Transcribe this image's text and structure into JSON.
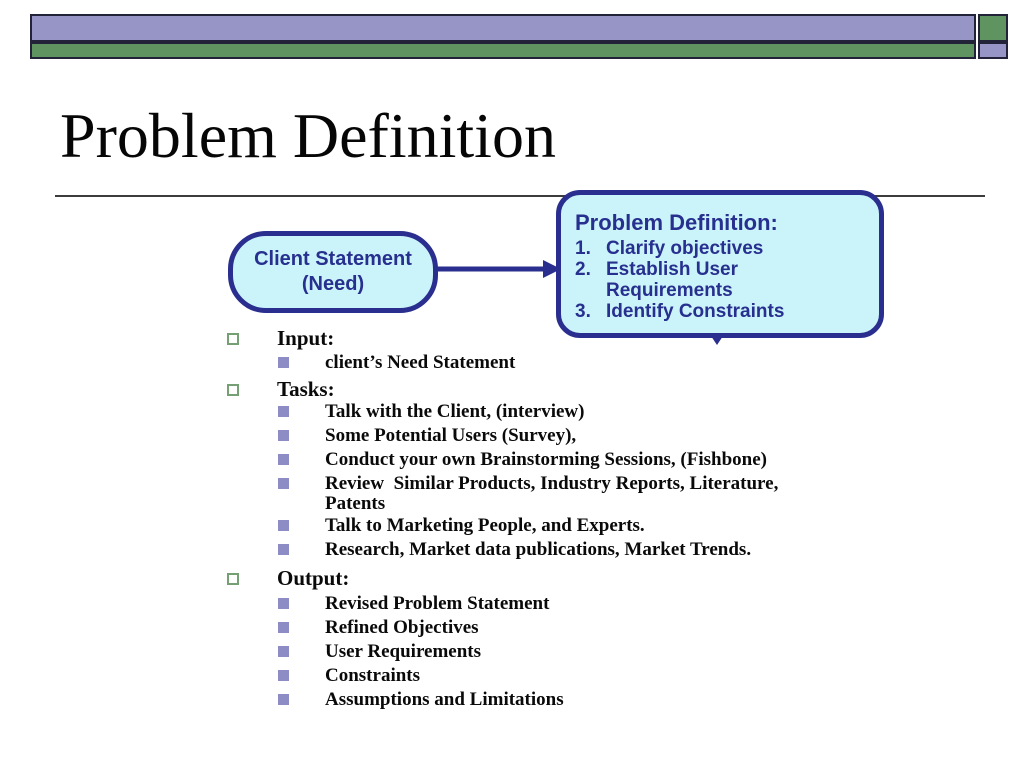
{
  "slide": {
    "title": "Problem Definition"
  },
  "colors": {
    "bar_purple": "#9794C6",
    "bar_green": "#5F9360",
    "box_fill_cyan": "#CBF4FA",
    "box_border_navy": "#2A2E8E",
    "diagram_text_navy": "#272F8F",
    "bullet_l1_outline_green": "#74A074",
    "bullet_l2_fill_purple": "#8E8CC4",
    "body_text": "#0a0a0a"
  },
  "diagram": {
    "client_box": {
      "line1": "Client Statement",
      "line2": "(Need)"
    },
    "pd_box": {
      "heading": "Problem Definition:",
      "steps": [
        {
          "num": "1.",
          "label": "Clarify objectives"
        },
        {
          "num": "2.",
          "label": "Establish User Requirements"
        },
        {
          "num": "3.",
          "label": "Identify Constraints"
        }
      ]
    }
  },
  "bullets": {
    "sections": [
      {
        "label": "Input:",
        "items": [
          "client’s Need Statement"
        ]
      },
      {
        "label": "Tasks:",
        "items": [
          "Talk with the Client, (interview)",
          "Some Potential Users (Survey),",
          "Conduct your own Brainstorming Sessions, (Fishbone)",
          "Review  Similar Products, Industry Reports, Literature, Patents",
          "Talk to Marketing People, and Experts.",
          "Research, Market data publications, Market Trends."
        ]
      },
      {
        "label": "Output:",
        "items": [
          "Revised Problem Statement",
          "Refined Objectives",
          "User Requirements",
          "Constraints",
          "Assumptions and Limitations"
        ]
      }
    ]
  }
}
